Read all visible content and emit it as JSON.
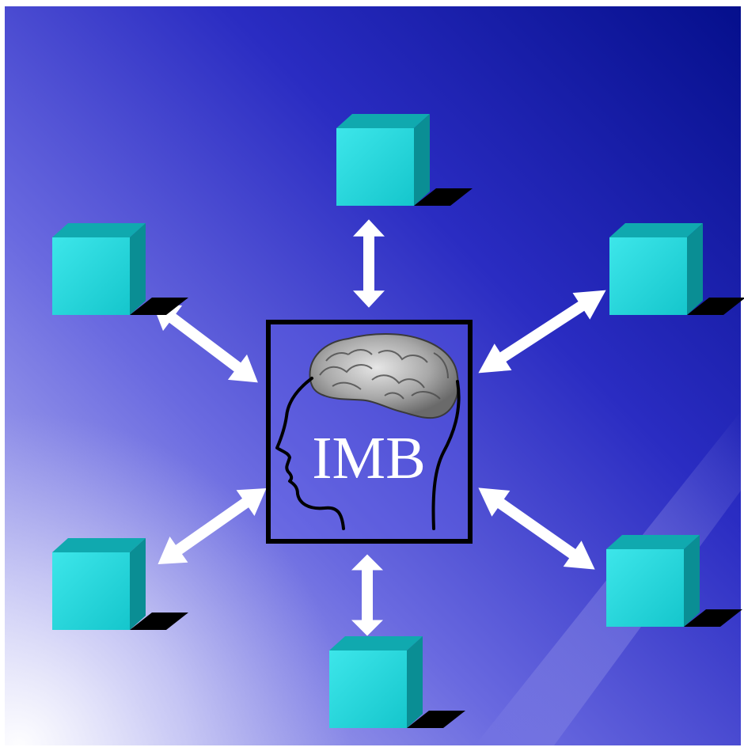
{
  "center": {
    "label": "IMB",
    "icon": "head-brain-icon"
  },
  "nodes": [
    {
      "name": "node-top",
      "icon": "cube-icon"
    },
    {
      "name": "node-upper-left",
      "icon": "cube-icon"
    },
    {
      "name": "node-upper-right",
      "icon": "cube-icon"
    },
    {
      "name": "node-lower-left",
      "icon": "cube-icon"
    },
    {
      "name": "node-lower-right",
      "icon": "cube-icon"
    },
    {
      "name": "node-bottom",
      "icon": "cube-icon"
    }
  ],
  "connector": "double-headed-arrow",
  "colors": {
    "background_dark": "#0a1296",
    "background_mid": "#5a5ad8",
    "background_light": "#b8b8f0",
    "cube_front": "#1fd8dc",
    "cube_top": "#10a8ae",
    "cube_side": "#0b8f95",
    "arrow": "#ffffff",
    "frame": "#000000",
    "label": "#ffffff"
  }
}
